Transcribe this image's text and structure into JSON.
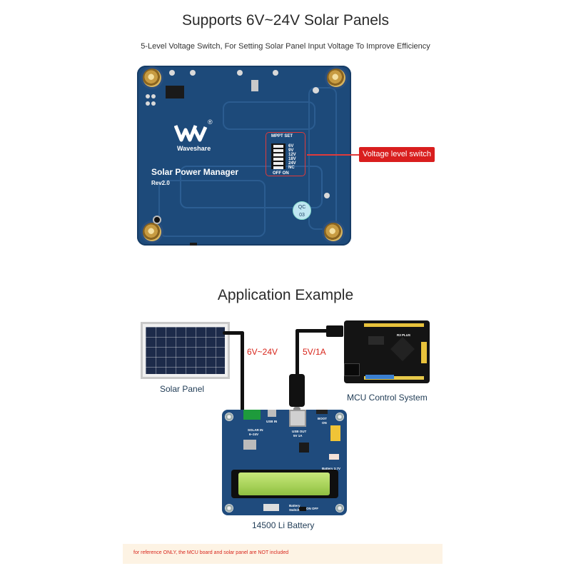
{
  "section1": {
    "title": "Supports 6V~24V Solar Panels",
    "subtitle": "5-Level Voltage Switch, For Setting Solar Panel Input Voltage To Improve Efficiency"
  },
  "board1": {
    "brand": "Waveshare",
    "registered_mark": "®",
    "product": "Solar Power Manager",
    "revision": "Rev2.0",
    "mppt_title": "MPPT SET",
    "mppt_levels": [
      "6V",
      "9V",
      "12V",
      "18V",
      "24V",
      "NC"
    ],
    "mppt_footer": "OFF ON",
    "qc_label": "QC",
    "qc_number": "03",
    "callout": "Voltage level switch"
  },
  "section2": {
    "title": "Application Example",
    "solar_caption": "Solar Panel",
    "input_voltage": "6V~24V",
    "output_voltage": "5V/1A",
    "mcu_caption": "MCU Control System",
    "mcu_board_label": "R3 PLUS",
    "battery_caption": "14500 Li Battery",
    "board2_labels": {
      "solar_in": "SOLAR IN",
      "solar_in_range": "6~24V",
      "usb_in": "USB IN",
      "usb_out": "USB OUT",
      "usb_out_rating": "5V 1A",
      "boot": "BOOT",
      "on": "ON",
      "battery": "Battery",
      "switch": "Switch",
      "battery_v": "Battery 3.7V",
      "on_off": "ON  OFF"
    }
  },
  "note": {
    "text": "for reference ONLY, the MCU board and solar panel are NOT included"
  },
  "colors": {
    "pcb_blue": "#1d4a7a",
    "callout_red": "#d91e1e",
    "voltage_red": "#d8261c",
    "caption_blue": "#1f3b55",
    "note_bg": "#fdf3e4",
    "battery_green": "#a9d35b"
  }
}
